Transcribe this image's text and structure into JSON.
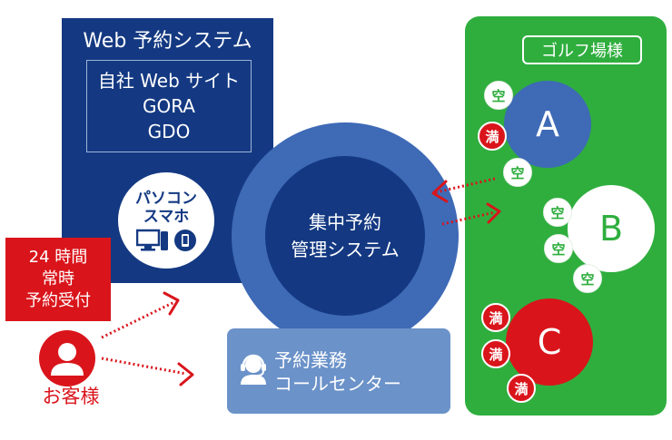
{
  "web_system": {
    "title": "Web 予約システム",
    "sites": [
      "自社 Web サイト",
      "GORA",
      "GDO"
    ],
    "devices_label_line1": "パソコン",
    "devices_label_line2": "スマホ"
  },
  "central_system": {
    "line1": "集中予約",
    "line2": "管理システム"
  },
  "call_center": {
    "line1": "予約業務",
    "line2": "コールセンター"
  },
  "customer": {
    "note_lines": [
      "24 時間",
      "常時",
      "予約受付"
    ],
    "label": "お客様"
  },
  "golf": {
    "title": "ゴルフ場様",
    "courses": [
      {
        "name": "A",
        "badges": [
          "空",
          "満",
          "空"
        ]
      },
      {
        "name": "B",
        "badges": [
          "空",
          "空",
          "空"
        ]
      },
      {
        "name": "C",
        "badges": [
          "満",
          "満",
          "満"
        ]
      }
    ]
  },
  "colors": {
    "navy": "#143982",
    "mid_blue": "#3e6ab6",
    "light_blue": "#6b92c9",
    "green": "#2fae3e",
    "red": "#d9151b"
  }
}
